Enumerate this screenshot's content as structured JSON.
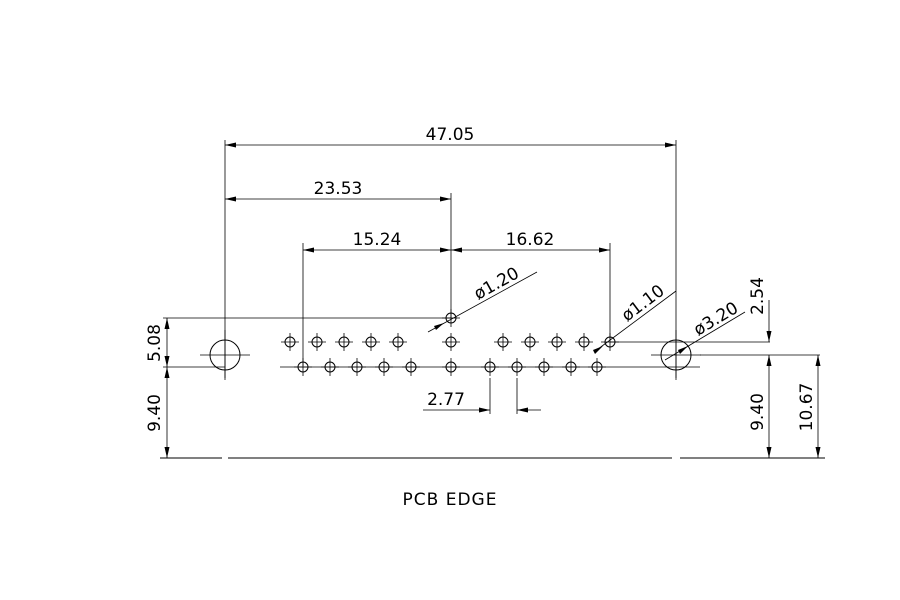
{
  "drawing": {
    "caption": "PCB EDGE",
    "dimensions": {
      "overall_width": "47.05",
      "center_to_datum": "23.53",
      "left_pin_span": "15.24",
      "right_pin_span": "16.62",
      "pin_pitch": "2.77",
      "left_row_offset": "5.08",
      "left_edge_offset": "9.40",
      "right_row_offset": "2.54",
      "right_edge_offset": "9.40",
      "right_total_offset": "10.67"
    },
    "diameters": {
      "small_pin_hole": "ø1.20",
      "signal_pin_hole": "ø1.10",
      "mount_hole": "ø3.20"
    }
  }
}
